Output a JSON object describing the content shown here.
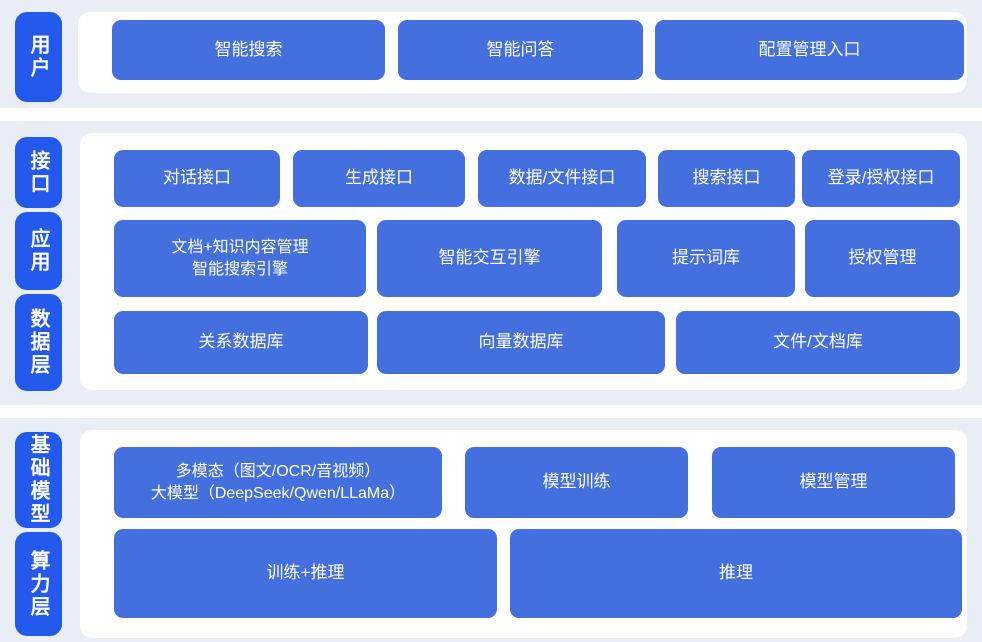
{
  "diagram": {
    "colors": {
      "accent_pill": "#2459ed",
      "accent_button": "#4470df",
      "band": "#e9eef6",
      "card": "#ffffff",
      "text_on_blue": "#ffffff"
    },
    "side_labels": {
      "user": "用户",
      "interface": "接口",
      "application": "应用",
      "data_layer": "数据层",
      "base_model": "基础模型",
      "compute_layer": "算力层"
    },
    "user_row": [
      "智能搜索",
      "智能问答",
      "配置管理入口"
    ],
    "interface_row": [
      "对话接口",
      "生成接口",
      "数据/文件接口",
      "搜索接口",
      "登录/授权接口"
    ],
    "application_row": {
      "doc_engine_line1": "文档+知识内容管理",
      "doc_engine_line2": "智能搜索引擎",
      "interaction_engine": "智能交互引擎",
      "prompt_library": "提示词库",
      "auth_management": "授权管理"
    },
    "data_row": [
      "关系数据库",
      "向量数据库",
      "文件/文档库"
    ],
    "model_row": {
      "multimodal_line1": "多模态（图文/OCR/音视频）",
      "multimodal_line2": "大模型（DeepSeek/Qwen/LLaMa）",
      "model_training": "模型训练",
      "model_management": "模型管理"
    },
    "compute_row": [
      "训练+推理",
      "推理"
    ]
  }
}
